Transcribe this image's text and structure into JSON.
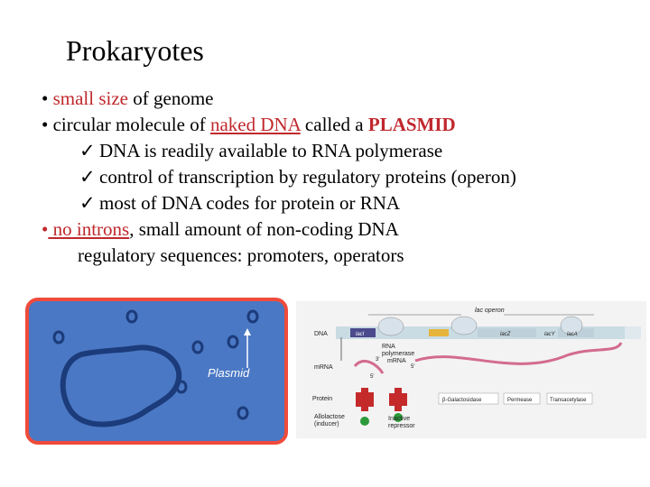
{
  "title": "Prokaryotes",
  "bullets": {
    "b1_red": "small size",
    "b1_rest": " of genome",
    "b2_a": "circular molecule of ",
    "b2_link": "naked DNA",
    "b2_b": " called a ",
    "b2_bold": "PLASMID",
    "sub1": "DNA is readily available to RNA polymerase",
    "sub2": "control of transcription by regulatory proteins (operon)",
    "sub3": "most of DNA codes for protein or RNA",
    "b3_link": " no introns",
    "b3_rest": ", small amount of non-coding DNA",
    "b3_cont": "regulatory sequences: promoters, operators"
  },
  "bullet_glyph": "•",
  "check_glyph": "✓",
  "cell": {
    "plasmid_label": "Plasmid",
    "small_plasmid_glyph": "O"
  },
  "lac": {
    "operon": "lac operon",
    "dna": "DNA",
    "laci": "lacI",
    "lacz": "lacZ",
    "lacy": "lacY",
    "laca": "lacA",
    "mrna": "mRNA",
    "rna_pol_1": "RNA",
    "rna_pol_2": "polymerase",
    "mrna2": "mRNA",
    "three_prime": "3'",
    "five_prime": "5'",
    "protein": "Protein",
    "beta_gal": "β-Galactosidase",
    "permease": "Permease",
    "transacetylase": "Transacetylase",
    "allolactose_1": "Allolactose",
    "allolactose_2": "(inducer)",
    "inactive_1": "Inactive",
    "inactive_2": "repressor"
  },
  "colors": {
    "accent_red": "#c0282d",
    "cell_fill": "#4a78c4",
    "cell_border": "#ef4b3b",
    "plasmid_ring": "#1c3b7a"
  }
}
